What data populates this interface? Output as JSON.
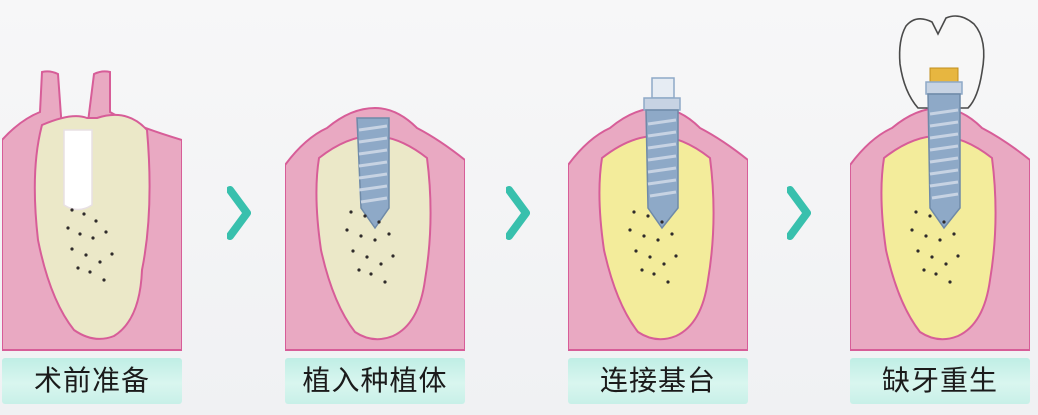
{
  "stages": [
    {
      "label": "术前准备"
    },
    {
      "label": "植入种植体"
    },
    {
      "label": "连接基台"
    },
    {
      "label": "缺牙重生"
    }
  ],
  "icons": {
    "arrow": "chevron-right-icon"
  },
  "colors": {
    "gum": "#e9a9c2",
    "gum_outline": "#d75d98",
    "bone_light": "#ebe8c8",
    "bone_yellow": "#f3ec9b",
    "implant": "#8ea9c7",
    "abutment_gold": "#e7b640",
    "caption_bg": "#c8f0e8",
    "arrow": "#38c0ad"
  }
}
